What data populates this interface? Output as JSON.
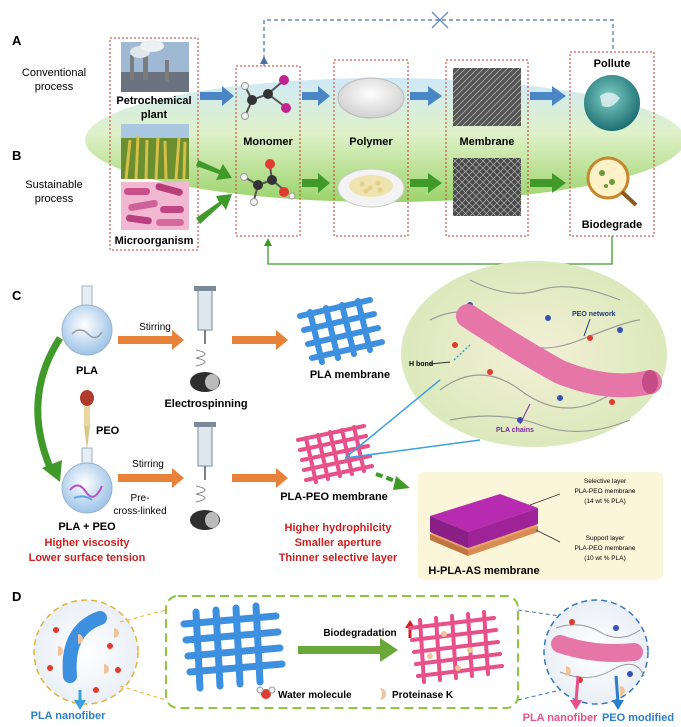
{
  "panels": {
    "a": "A",
    "b": "B",
    "c": "C",
    "d": "D"
  },
  "panel_a": {
    "row_a_label": [
      "Conventional",
      "process"
    ],
    "row_b_label": [
      "Sustainable",
      "process"
    ],
    "petrochemical": [
      "Petrochemical",
      "plant"
    ],
    "microorganism": "Microorganism",
    "monomer": "Monomer",
    "polymer": "Polymer",
    "membrane": "Membrane",
    "pollute": "Pollute",
    "biodegrade": "Biodegrade"
  },
  "panel_c": {
    "pla": "PLA",
    "peo": "PEO",
    "pla_peo": "PLA + PEO",
    "stirring_1": "Stirring",
    "stirring_2": "Stirring",
    "pre_cross": [
      "Pre-",
      "cross-linked"
    ],
    "electrospinning": "Electrospinning",
    "pla_membrane": "PLA membrane",
    "pla_peo_membrane": "PLA-PEO membrane",
    "red_left": [
      "Higher viscosity",
      "Lower surface tension"
    ],
    "red_center": [
      "Higher hydrophilcity",
      "Smaller aperture",
      "Thinner selective layer"
    ],
    "peo_network": "PEO network",
    "h_bond": "H bond",
    "pla_chains": "PLA chains",
    "selective_layer": [
      "Selective layer",
      "PLA-PEO membrane",
      "(14 wt % PLA)"
    ],
    "support_layer": [
      "Support layer",
      "PLA-PEO membrane",
      "(10 wt % PLA)"
    ],
    "h_pla_as": "H-PLA-AS membrane"
  },
  "panel_d": {
    "pla_nanofiber_left": "PLA nanofiber",
    "biodegradation": "Biodegradation",
    "water_molecule": "Water molecule",
    "proteinase": "Proteinase K",
    "pla_nanofiber_right": "PLA nanofiber",
    "peo_modified": "PEO modified"
  },
  "colors": {
    "orange_arrow": "#e8823a",
    "green_arrow": "#3f9a2a",
    "blue_arrow": "#4a86c6",
    "red_text": "#cc1f1f",
    "fiber_blue": "#3d8fe0",
    "fiber_pink": "#e8508a",
    "ellipse_green": "#9bd36a",
    "dashed_red": "#c0392b"
  }
}
